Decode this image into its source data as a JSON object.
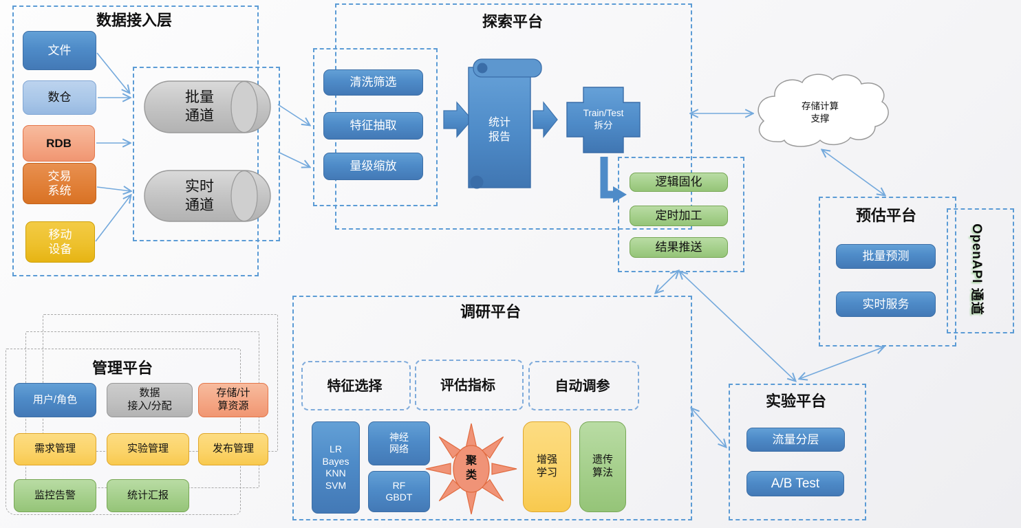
{
  "data_access": {
    "title": "数据接入层",
    "sources": [
      {
        "label": "文件"
      },
      {
        "label": "数仓"
      },
      {
        "label": "RDB"
      },
      {
        "label": "交易\n系统"
      },
      {
        "label": "移动\n设备"
      }
    ],
    "channels": [
      {
        "label": "批量\n通道"
      },
      {
        "label": "实时\n通道"
      }
    ]
  },
  "exploration": {
    "title": "探索平台",
    "preprocess": [
      {
        "label": "清洗筛选"
      },
      {
        "label": "特征抽取"
      },
      {
        "label": "量级缩放"
      }
    ],
    "report": "统计\n报告",
    "split": "Train/Test\n拆分"
  },
  "solidify": {
    "items": [
      {
        "label": "逻辑固化"
      },
      {
        "label": "定时加工"
      },
      {
        "label": "结果推送"
      }
    ]
  },
  "cloud": {
    "label": "存储计算\n支撑"
  },
  "prediction": {
    "title": "预估平台",
    "items": [
      {
        "label": "批量预测"
      },
      {
        "label": "实时服务"
      }
    ],
    "openapi": "OpenAPI 通道"
  },
  "research": {
    "title": "调研平台",
    "groups": [
      {
        "label": "特征选择"
      },
      {
        "label": "评估指标"
      },
      {
        "label": "自动调参"
      }
    ],
    "algorithms": {
      "classic": "LR\nBayes\nKNN\nSVM",
      "neural": "神经\n网络",
      "tree": "RF\nGBDT",
      "cluster": "聚\n类",
      "reinforce": "增强\n学习",
      "genetic": "遗传\n算法"
    }
  },
  "experiment": {
    "title": "实验平台",
    "items": [
      {
        "label": "流量分层"
      },
      {
        "label": "A/B Test"
      }
    ]
  },
  "management": {
    "title": "管理平台",
    "row1": [
      {
        "label": "用户/角色"
      },
      {
        "label": "数据\n接入/分配"
      },
      {
        "label": "存储/计\n算资源"
      }
    ],
    "row2": [
      {
        "label": "需求管理"
      },
      {
        "label": "实验管理"
      },
      {
        "label": "发布管理"
      }
    ],
    "row3": [
      {
        "label": "监控告警"
      },
      {
        "label": "统计汇报"
      }
    ]
  },
  "colors": {
    "accent_blue": "#4e8bc8",
    "dashed_border": "#5b9bd5",
    "green": "#a3ce89",
    "yellow": "#fbd368",
    "salmon": "#f4a583",
    "orange": "#e07e35",
    "gold": "#efc32d",
    "gray": "#bfbfbf",
    "arrow": "#74a9dc"
  }
}
